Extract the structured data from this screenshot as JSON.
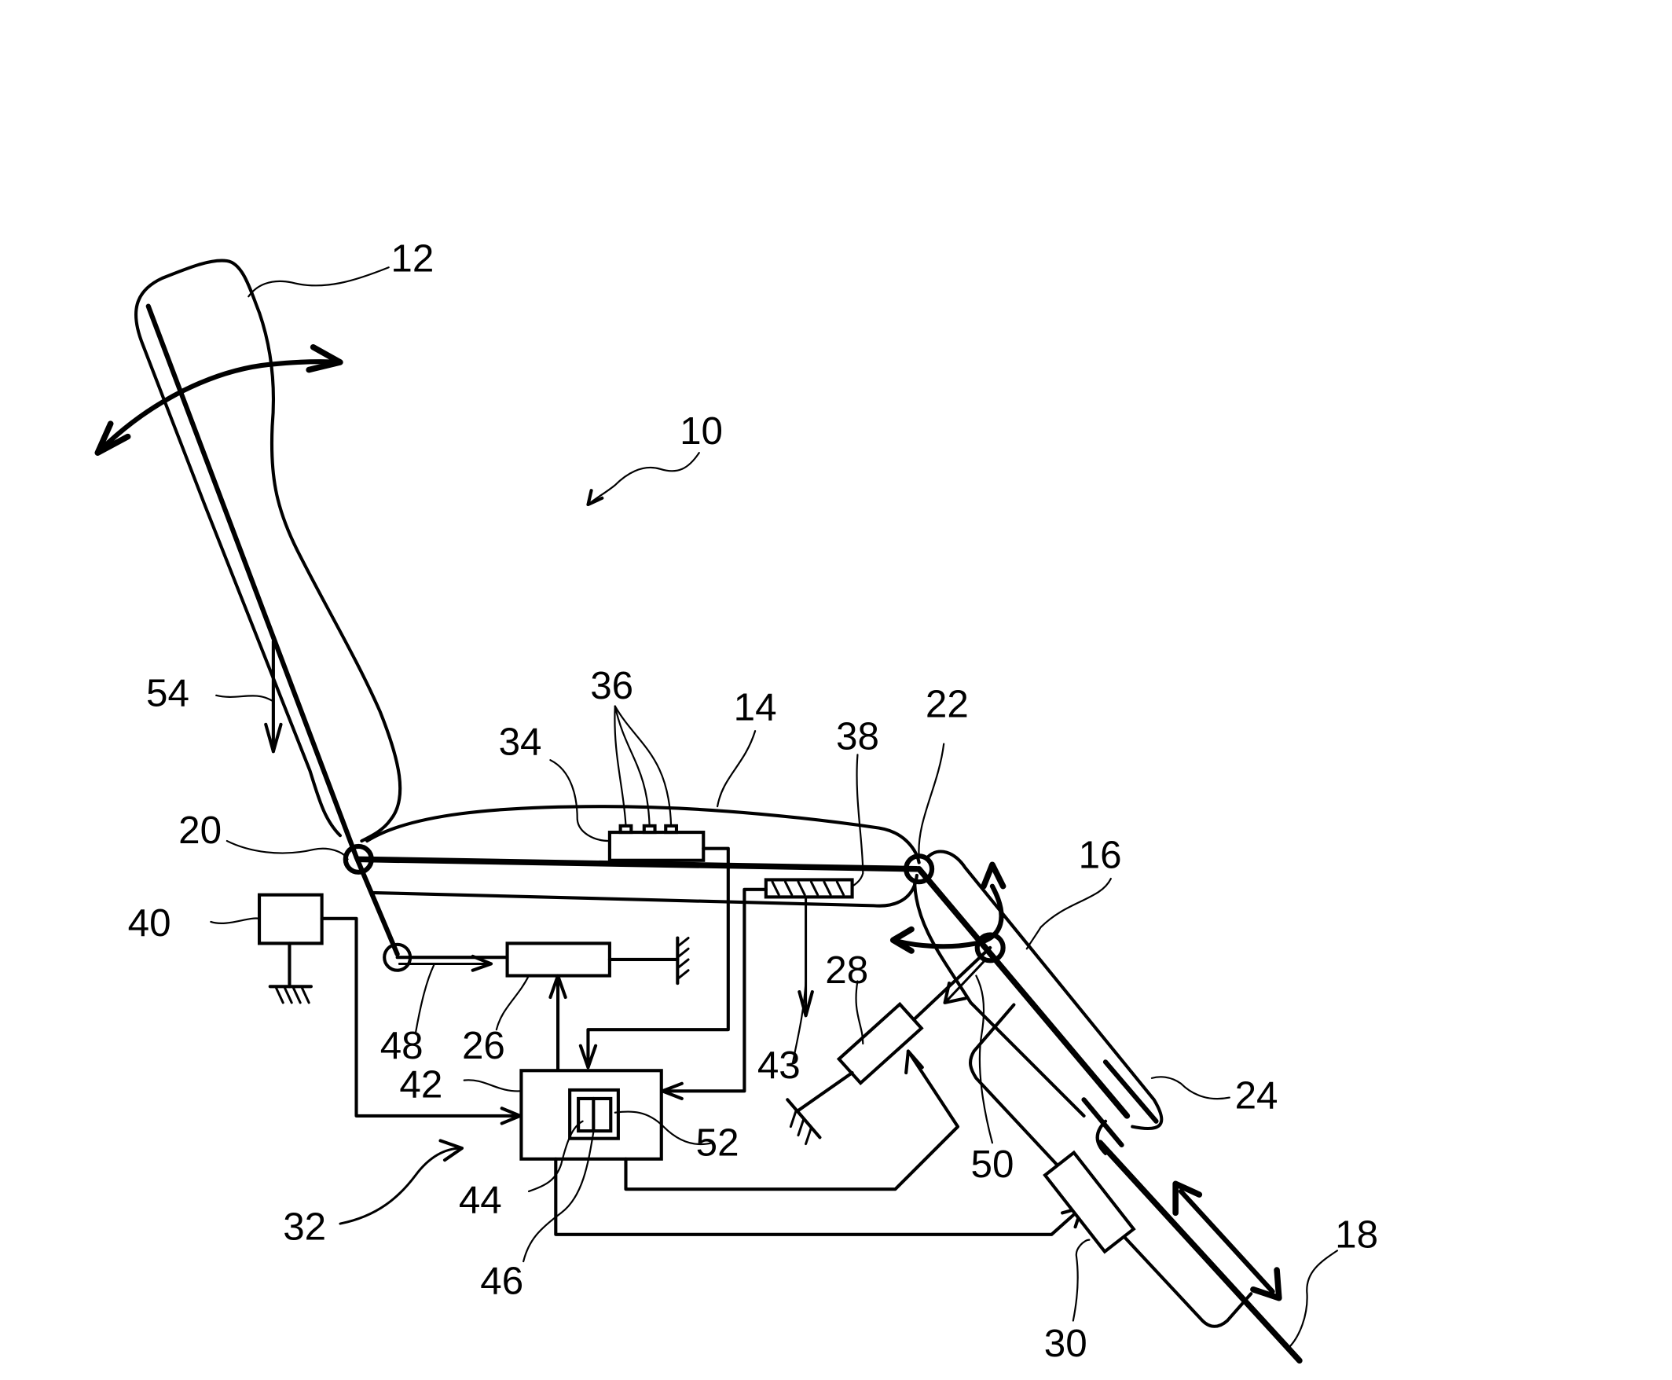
{
  "figure": {
    "type": "patent-drawing",
    "subject": "vehicle seat with adjustable backrest, seat cushion, leg rest and foot rest",
    "colors": {
      "ink": "#000000",
      "background": "#ffffff"
    }
  },
  "reference_numerals": {
    "seat_assembly": "10",
    "backrest": "12",
    "seat_cushion": "14",
    "leg_rest": "16",
    "foot_rest": "18",
    "backrest_pivot": "20",
    "leg_rest_pivot": "22",
    "telescopic_guide": "24",
    "backrest_actuator": "26",
    "leg_rest_actuator": "28",
    "foot_rest_actuator": "30",
    "control_arrow": "32",
    "sensor_mat": "34",
    "pressure_sensors": "36",
    "load_sensor": "38",
    "power_supply": "40",
    "controller": "42",
    "load_direction": "43",
    "processor": "44",
    "memory": "46",
    "backrest_force": "48",
    "leg_rest_force": "50",
    "switch_element": "52",
    "backrest_load": "54"
  }
}
